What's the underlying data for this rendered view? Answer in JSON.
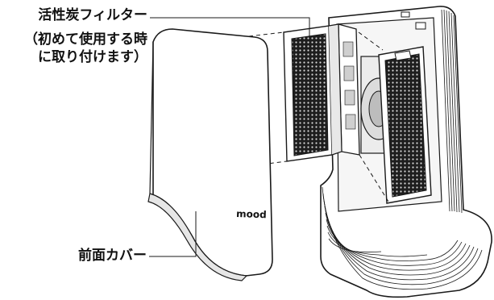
{
  "labels": {
    "filter_line1": "活性炭フィルター",
    "filter_line2": "（初めて使用する時",
    "filter_line3": "に取り付けます）",
    "front_cover": "前面カバー"
  },
  "logo_text": "mood",
  "colors": {
    "line": "#1a1a1a",
    "body_fill": "#ffffff",
    "filter_fill": "#2b2b2b"
  }
}
